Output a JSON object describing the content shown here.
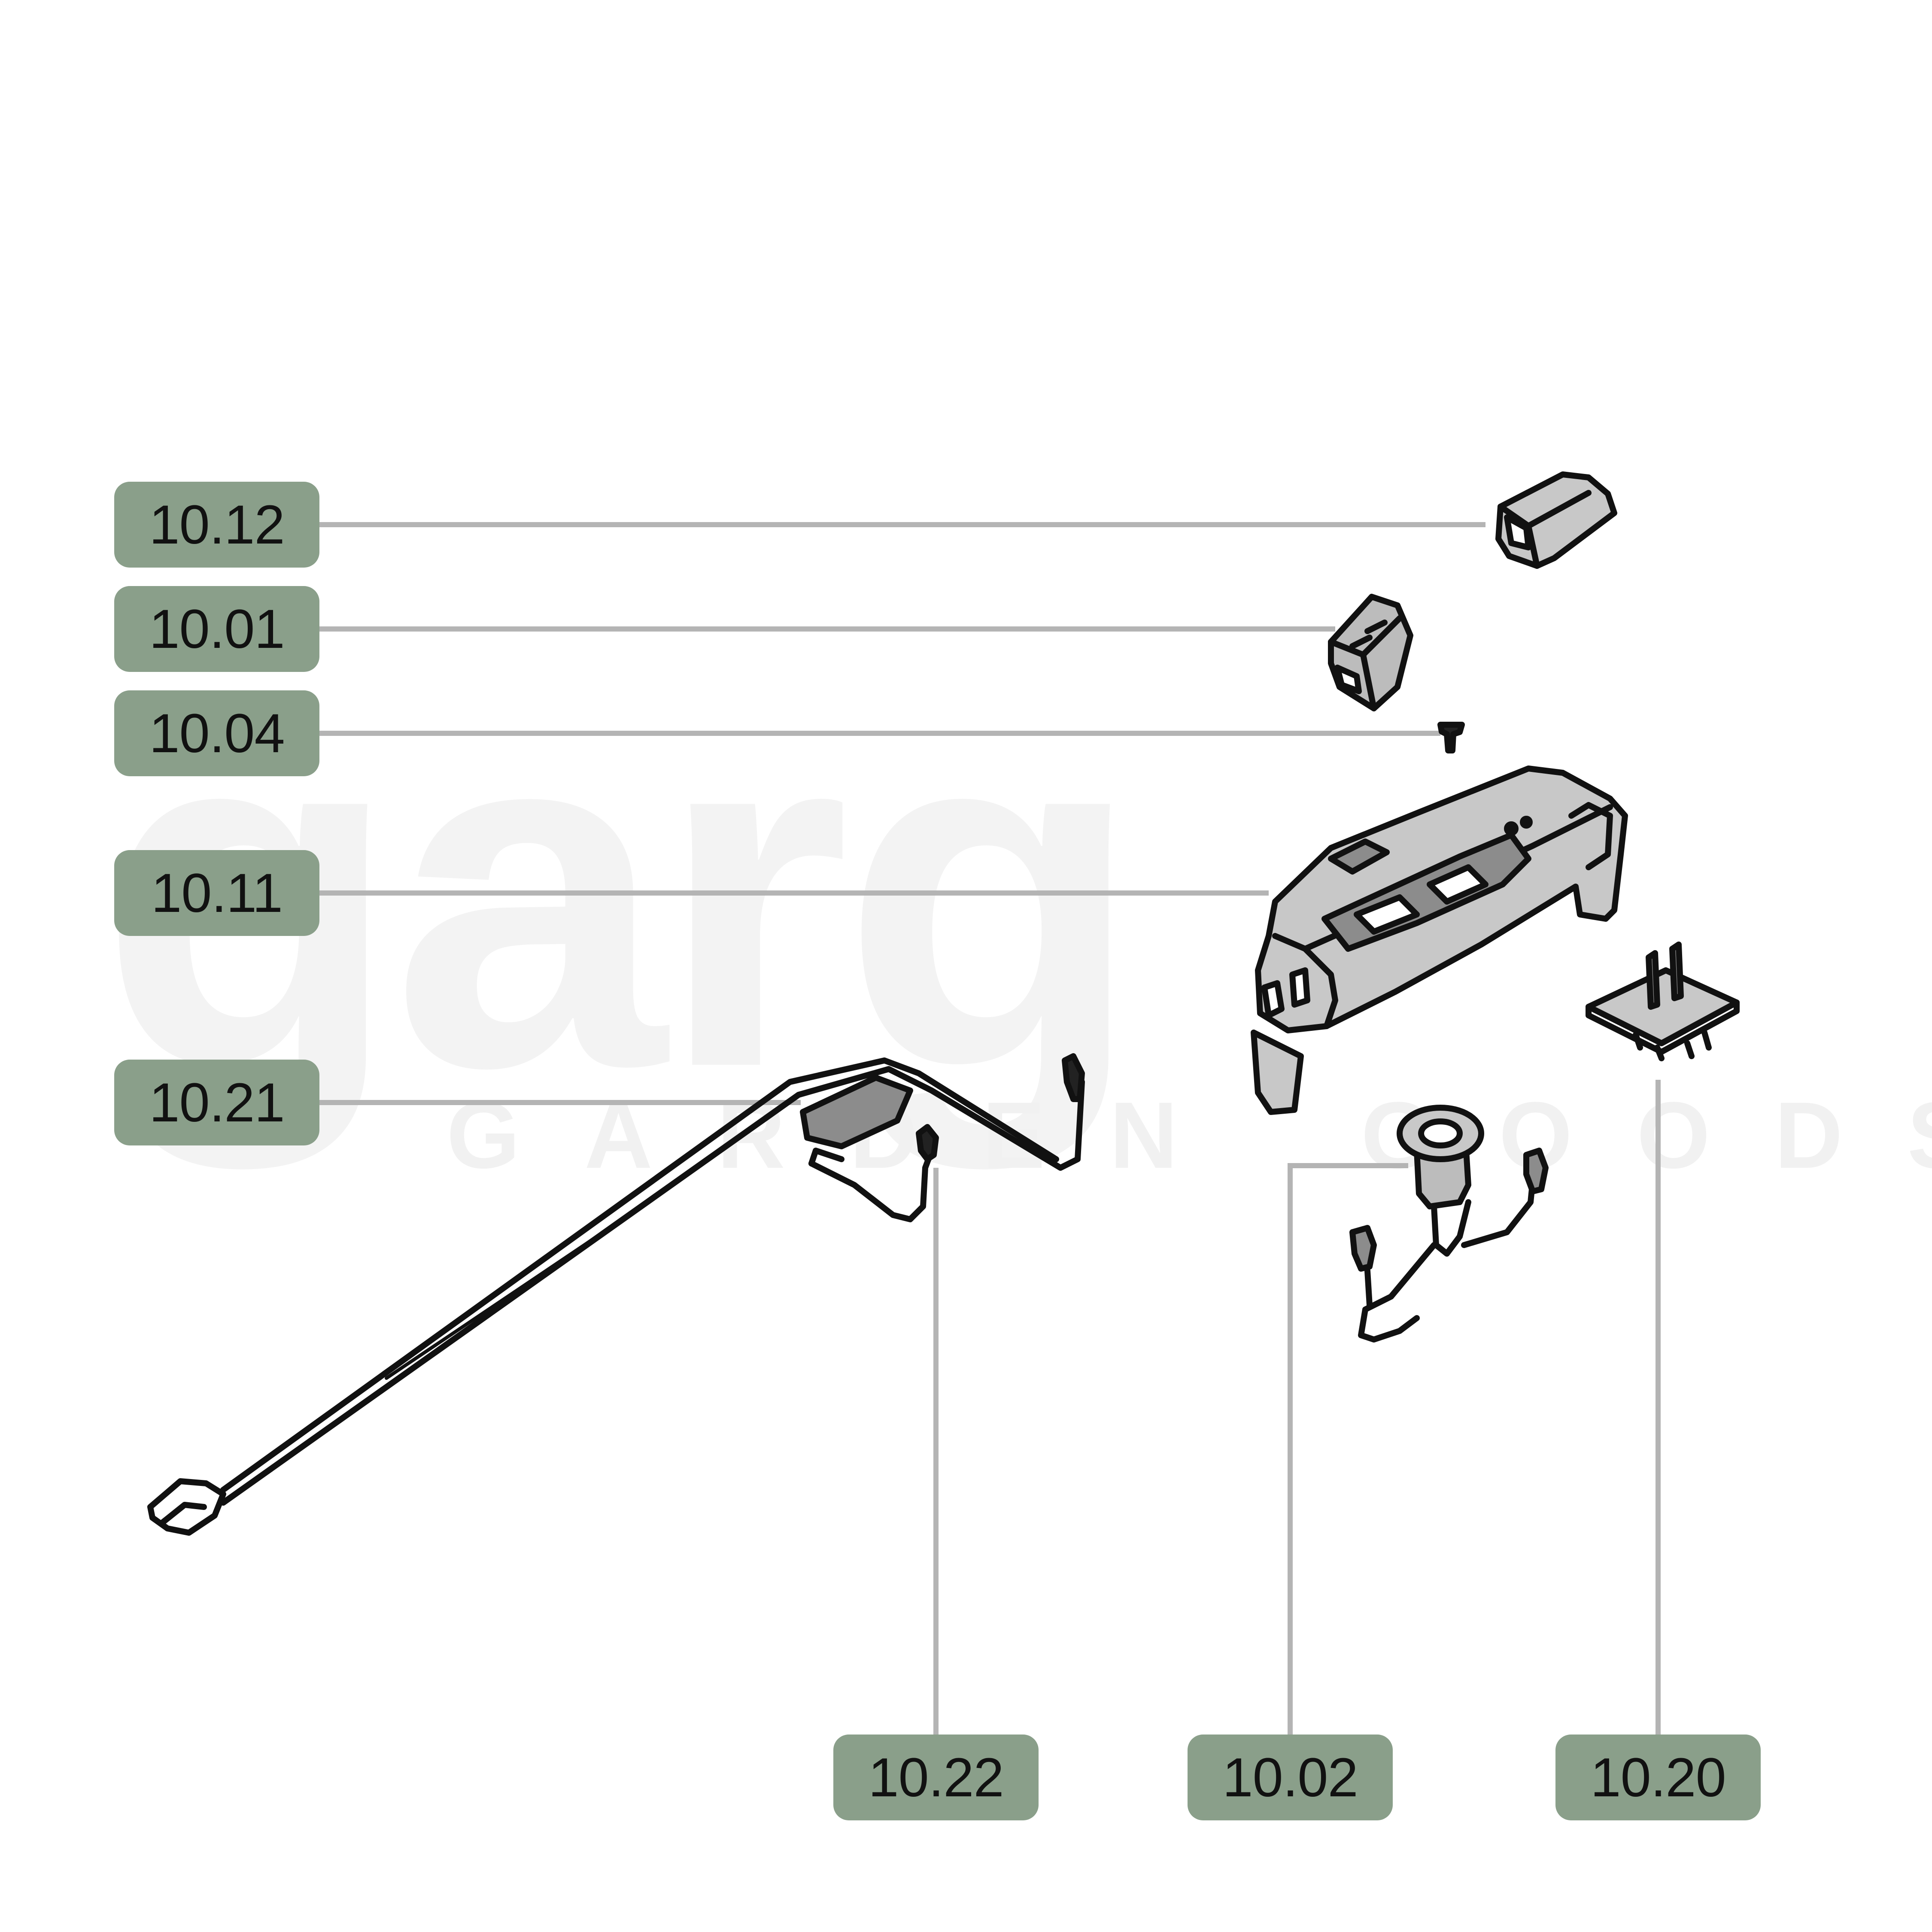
{
  "colors": {
    "callout_bg": "#8a9f8a",
    "leader": "#b4b4b4",
    "watermark": "#f3f3f3",
    "part_fill": "#c8c8c8",
    "part_dark": "#8c8c8c",
    "outline": "#111111"
  },
  "watermark": {
    "word": "garg",
    "sub_left": "GARDEN",
    "sub_right": "GOODS"
  },
  "callouts": [
    {
      "id": "10.12",
      "label": "10.12"
    },
    {
      "id": "10.01",
      "label": "10.01"
    },
    {
      "id": "10.04",
      "label": "10.04"
    },
    {
      "id": "10.11",
      "label": "10.11"
    },
    {
      "id": "10.21",
      "label": "10.21"
    },
    {
      "id": "10.22",
      "label": "10.22"
    },
    {
      "id": "10.02",
      "label": "10.02"
    },
    {
      "id": "10.20",
      "label": "10.20"
    }
  ],
  "parts": [
    {
      "ref": "10.12",
      "name": "switch-cap"
    },
    {
      "ref": "10.01",
      "name": "rocker-switch"
    },
    {
      "ref": "10.04",
      "name": "screw"
    },
    {
      "ref": "10.11",
      "name": "switch-housing"
    },
    {
      "ref": "10.21",
      "name": "cable-harness"
    },
    {
      "ref": "10.22",
      "name": "cable-loop"
    },
    {
      "ref": "10.02",
      "name": "capacitor-connector"
    },
    {
      "ref": "10.20",
      "name": "terminal-plate"
    }
  ]
}
